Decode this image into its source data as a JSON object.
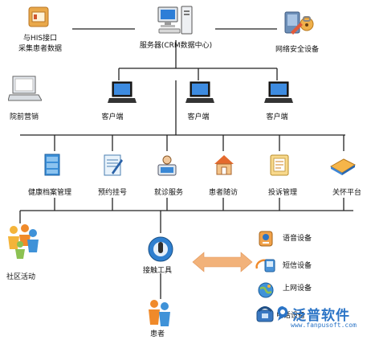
{
  "nodes": {
    "his": {
      "line1": "与HIS接口",
      "line2": "采集患者数据"
    },
    "server": "服务器(CRM数据中心)",
    "security": "网络安全设备",
    "preop": "院前营销",
    "client1": "客户端",
    "client2": "客户端",
    "client3": "客户端",
    "health": "健康档案管理",
    "appoint": "预约挂号",
    "visit": "就诊服务",
    "followup": "患者随访",
    "complaint": "投诉管理",
    "care": "关怀平台",
    "community": "社区活动",
    "contact": "接触工具",
    "patient": "患者"
  },
  "devices": {
    "voice": "语音设备",
    "sms": "短信设备",
    "web": "上网设备",
    "phone": "电话设备"
  },
  "watermark": {
    "name": "泛普软件",
    "url": "www.fanpusoft.com"
  },
  "colors": {
    "wire": "#222222",
    "arrow": "#f2b27a",
    "brand": "#2b74c6"
  }
}
